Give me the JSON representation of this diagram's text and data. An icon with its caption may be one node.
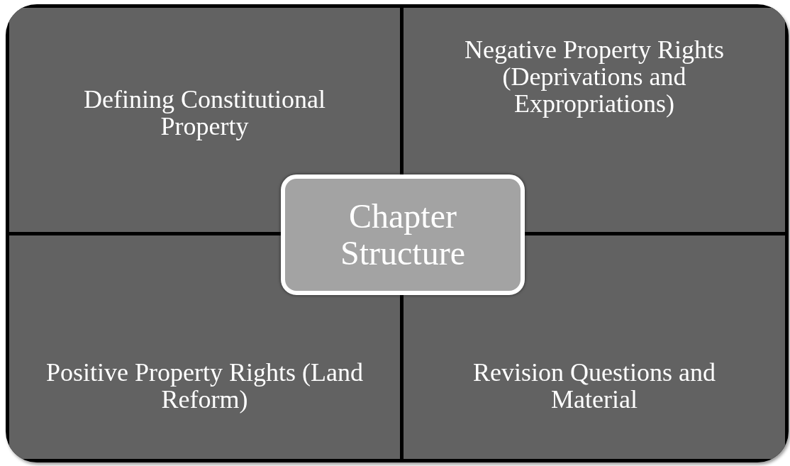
{
  "diagram": {
    "nodes": [
      {
        "text": [
          "Defining Constitutional Property"
        ]
      },
      {
        "text": [
          "Negative Property Rights (Deprivations and Expropriations)"
        ]
      },
      {
        "text": [
          "Chapter Structure"
        ]
      },
      {
        "text": [
          "Positive Property Rights (Land Reform)"
        ]
      },
      {
        "text": [
          "Revision Questions and Material"
        ]
      }
    ]
  }
}
